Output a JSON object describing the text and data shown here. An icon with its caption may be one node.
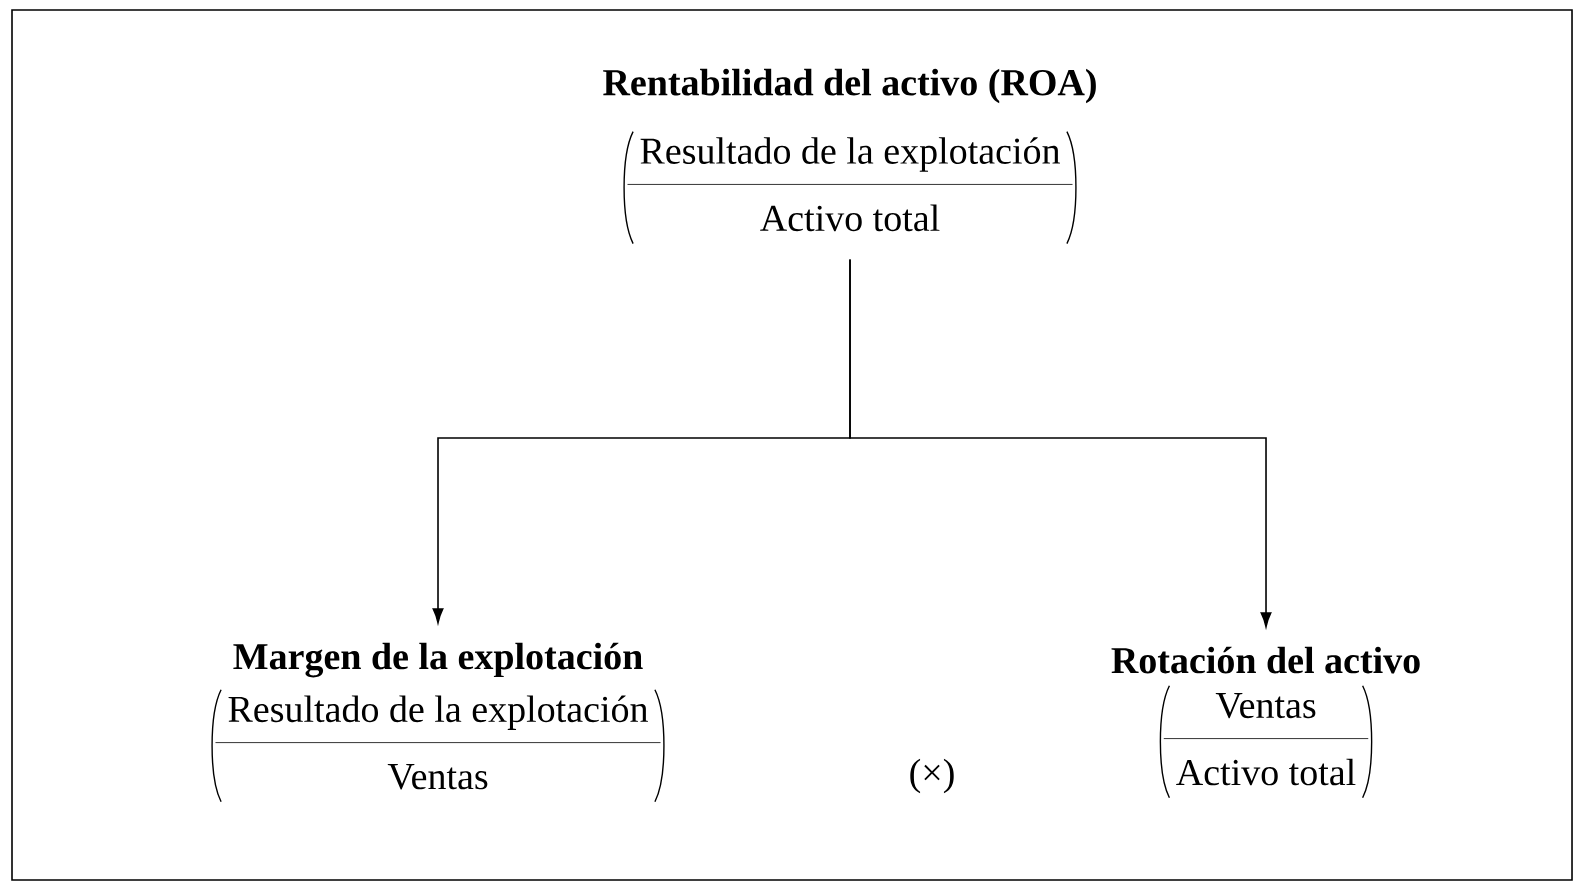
{
  "diagram": {
    "nodes": [
      {
        "text": [
          "Rentabilidad del activo (ROA)",
          "Resultado de la explotación",
          "Activo total"
        ]
      },
      {
        "text": [
          "Margen de la explotación",
          "Resultado de la explotación",
          "Ventas"
        ]
      },
      {
        "text": [
          "Rotación del activo",
          "Ventas",
          "Activo total"
        ]
      }
    ],
    "edges": [
      {
        "from": 0,
        "to": 1,
        "arrow": "to"
      },
      {
        "from": 0,
        "to": 2,
        "arrow": "to"
      }
    ],
    "labels": [
      "(×)"
    ]
  }
}
